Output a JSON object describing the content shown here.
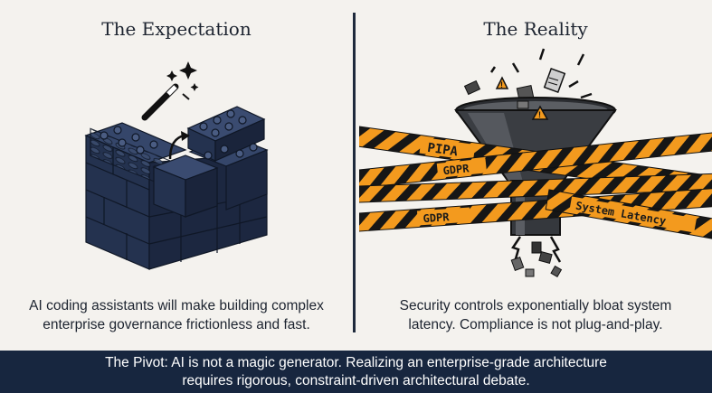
{
  "left_panel": {
    "title": "The Expectation",
    "caption_lines": [
      "AI coding assistants will make building complex",
      "enterprise governance frictionless and fast."
    ]
  },
  "right_panel": {
    "title": "The Reality",
    "tape_labels": [
      "PIPA",
      "GDPR",
      "GDPR",
      "System Latency"
    ],
    "caption_lines": [
      "Security controls exponentially bloat system",
      "latency. Compliance is not plug-and-play."
    ]
  },
  "footer": {
    "lines": [
      "The Pivot: AI is not a magic generator. Realizing an enterprise-grade architecture",
      "requires rigorous, constraint-driven architectural debate."
    ]
  },
  "colors": {
    "navy": "#1e2d4a",
    "caution_orange": "#f39a1e",
    "background": "#f4f2ee",
    "footer_bg": "#17263f"
  }
}
